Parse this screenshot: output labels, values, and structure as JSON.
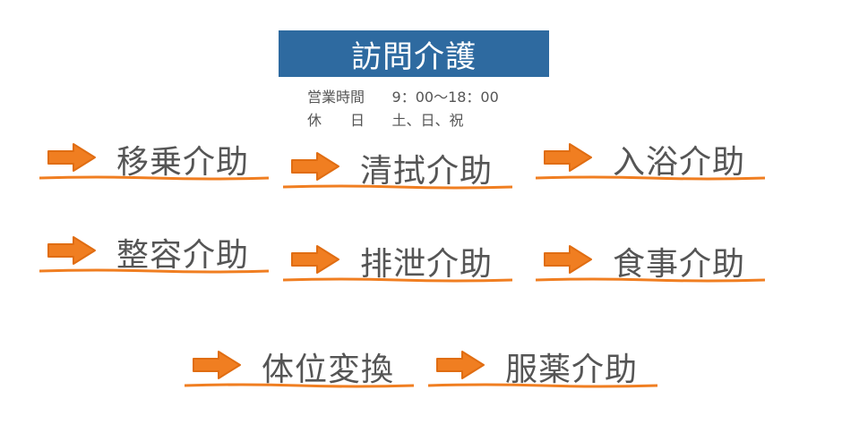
{
  "header": {
    "title": "訪問介護",
    "hours_label": "営業時間",
    "hours_value": "9：00～18：00",
    "holiday_label": "休　　日",
    "holiday_value": "土、日、祝"
  },
  "services": [
    {
      "label": "移乗介助"
    },
    {
      "label": "清拭介助"
    },
    {
      "label": "入浴介助"
    },
    {
      "label": "整容介助"
    },
    {
      "label": "排泄介助"
    },
    {
      "label": "食事介助"
    },
    {
      "label": "体位変換"
    },
    {
      "label": "服薬介助"
    }
  ],
  "colors": {
    "title_bg": "#2e6aa0",
    "accent": "#f07e21",
    "text": "#555555"
  },
  "icons": {
    "bullet": "arrow-right-icon"
  }
}
